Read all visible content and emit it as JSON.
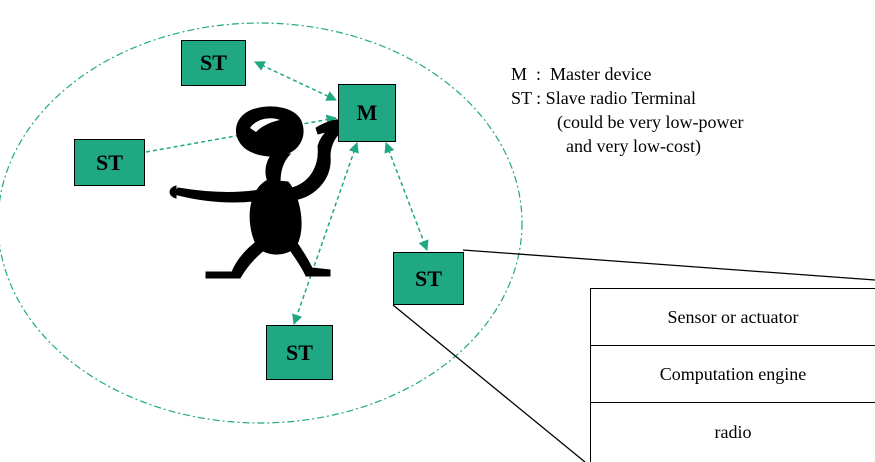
{
  "colors": {
    "node_fill": "#1fa882",
    "link_color": "#1fa882",
    "outline": "#000000"
  },
  "nodes": {
    "master": "M",
    "slave_top_left": "ST",
    "slave_left": "ST",
    "slave_right": "ST",
    "slave_bottom": "ST"
  },
  "legend": {
    "line1": "M  :  Master device",
    "line2": "ST : Slave radio Terminal",
    "line3": "(could be very low-power",
    "line4": "and very low-cost)"
  },
  "stack": {
    "layer1": "Sensor or actuator",
    "layer2": "Computation engine",
    "layer3": "radio"
  },
  "icons": {
    "figure": "dancing-person-icon"
  }
}
